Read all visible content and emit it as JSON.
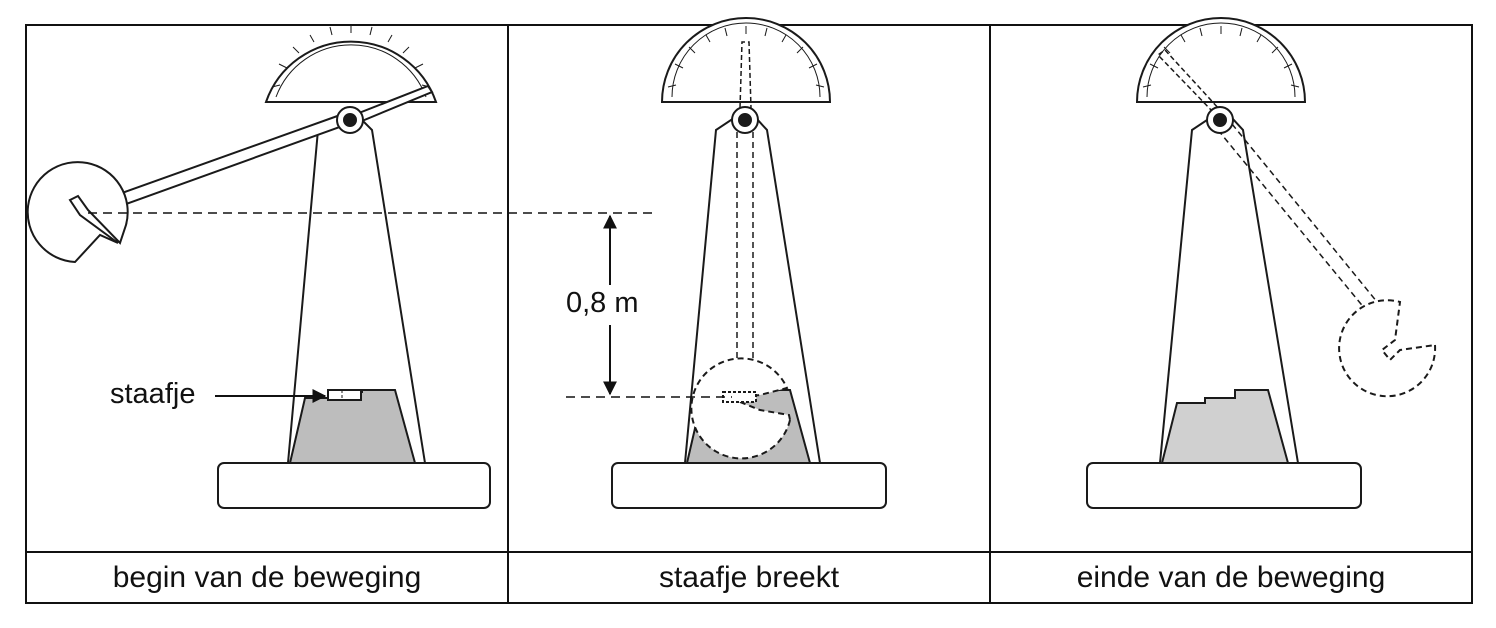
{
  "panels": [
    {
      "caption": "begin van de beweging"
    },
    {
      "caption": "staafje breekt"
    },
    {
      "caption": "einde van de beweging"
    }
  ],
  "labels": {
    "rod": "staafje",
    "height": "0,8 m"
  },
  "colors": {
    "line": "#1a1a1a",
    "fill": "#bdbdbd",
    "background": "#ffffff"
  }
}
